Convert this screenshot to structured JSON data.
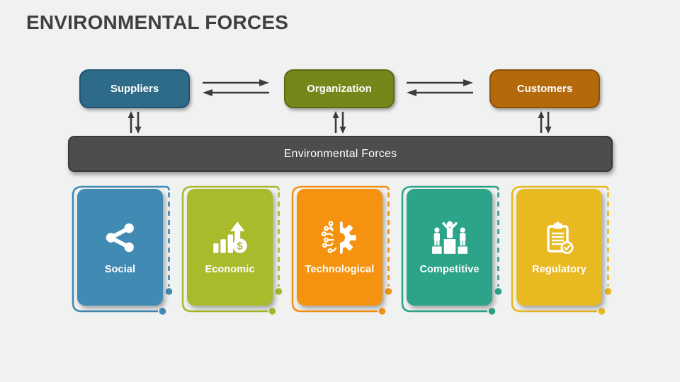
{
  "slide": {
    "title": "ENVIRONMENTAL FORCES",
    "background_color": "#f0f1f1",
    "title_color": "#3f4040"
  },
  "flow": {
    "nodes": [
      {
        "label": "Suppliers",
        "color": "#2e6b88"
      },
      {
        "label": "Organization",
        "color": "#75861b"
      },
      {
        "label": "Customers",
        "color": "#b4690b"
      }
    ],
    "arrow_color": "#3c3c3c",
    "bar": {
      "label": "Environmental Forces",
      "color": "#4d4d4d"
    }
  },
  "forces": [
    {
      "label": "Social",
      "color": "#418ab3",
      "icon": "share-icon"
    },
    {
      "label": "Economic",
      "color": "#a9ba2b",
      "icon": "growth-chart-dollar-icon"
    },
    {
      "label": "Technological",
      "color": "#f5920f",
      "icon": "circuit-gear-icon"
    },
    {
      "label": "Competitive",
      "color": "#2ba48a",
      "icon": "podium-winners-icon"
    },
    {
      "label": "Regulatory",
      "color": "#e9b922",
      "icon": "clipboard-check-icon"
    }
  ]
}
